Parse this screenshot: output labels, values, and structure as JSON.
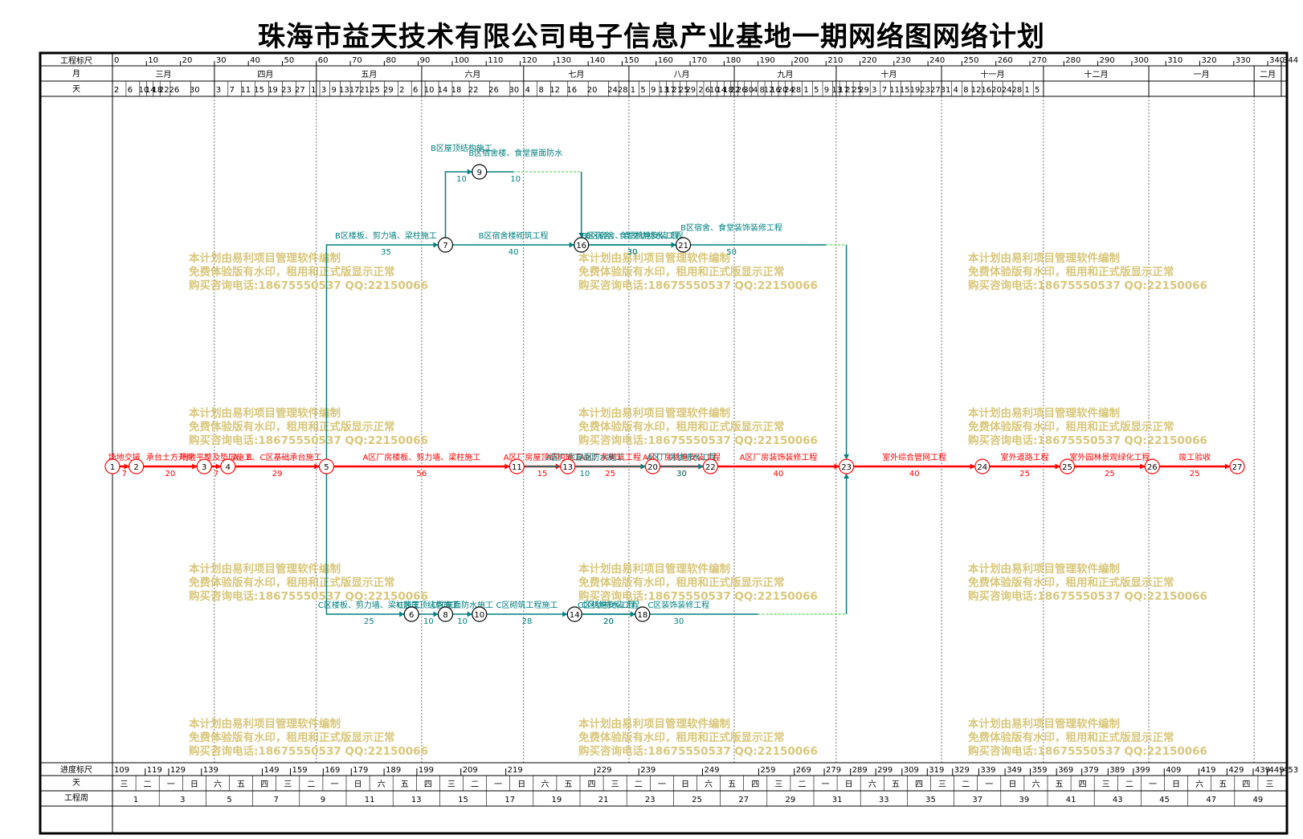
{
  "title": "珠海市益天技术有限公司电子信息产业基地一期网络图网络计划",
  "header": {
    "row_labels": [
      "工程标尺",
      "月",
      "天"
    ],
    "scale_ticks": [
      0,
      10,
      20,
      30,
      40,
      50,
      60,
      70,
      80,
      90,
      100,
      110,
      120,
      130,
      140,
      150,
      160,
      170,
      180,
      190,
      200,
      210,
      220,
      230,
      240,
      250,
      260,
      270,
      280,
      290,
      300,
      310,
      320,
      330,
      340,
      344
    ],
    "months": [
      {
        "label": "三月",
        "start": 0,
        "end": 30
      },
      {
        "label": "四月",
        "start": 30,
        "end": 60
      },
      {
        "label": "五月",
        "start": 60,
        "end": 91
      },
      {
        "label": "六月",
        "start": 91,
        "end": 121
      },
      {
        "label": "七月",
        "start": 121,
        "end": 152
      },
      {
        "label": "八月",
        "start": 152,
        "end": 183
      },
      {
        "label": "九月",
        "start": 183,
        "end": 213
      },
      {
        "label": "十月",
        "start": 213,
        "end": 244
      },
      {
        "label": "十一月",
        "start": 244,
        "end": 274
      },
      {
        "label": "十二月",
        "start": 274,
        "end": 305
      },
      {
        "label": "一月",
        "start": 305,
        "end": 336
      },
      {
        "label": "二月",
        "start": 336,
        "end": 344
      }
    ],
    "days": [
      {
        "t": 0,
        "d": "2"
      },
      {
        "t": 4,
        "d": "6"
      },
      {
        "t": 8,
        "d": "10"
      },
      {
        "t": 10,
        "d": "14"
      },
      {
        "t": 12,
        "d": "18"
      },
      {
        "t": 14,
        "d": "22"
      },
      {
        "t": 17,
        "d": "26"
      },
      {
        "t": 23,
        "d": "30"
      },
      {
        "t": 30,
        "d": "3"
      },
      {
        "t": 34,
        "d": "7"
      },
      {
        "t": 38,
        "d": "11"
      },
      {
        "t": 42,
        "d": "15"
      },
      {
        "t": 46,
        "d": "19"
      },
      {
        "t": 50,
        "d": "23"
      },
      {
        "t": 54,
        "d": "27"
      },
      {
        "t": 58,
        "d": "1"
      },
      {
        "t": 61,
        "d": "3"
      },
      {
        "t": 64,
        "d": "9"
      },
      {
        "t": 67,
        "d": "13"
      },
      {
        "t": 70,
        "d": "17"
      },
      {
        "t": 73,
        "d": "21"
      },
      {
        "t": 76,
        "d": "25"
      },
      {
        "t": 80,
        "d": "29"
      },
      {
        "t": 84,
        "d": "2"
      },
      {
        "t": 88,
        "d": "6"
      },
      {
        "t": 92,
        "d": "10"
      },
      {
        "t": 96,
        "d": "14"
      },
      {
        "t": 100,
        "d": "18"
      },
      {
        "t": 105,
        "d": "22"
      },
      {
        "t": 111,
        "d": "26"
      },
      {
        "t": 117,
        "d": "30"
      },
      {
        "t": 121,
        "d": "4"
      },
      {
        "t": 125,
        "d": "8"
      },
      {
        "t": 129,
        "d": "12"
      },
      {
        "t": 134,
        "d": "16"
      },
      {
        "t": 140,
        "d": "20"
      },
      {
        "t": 146,
        "d": "24"
      },
      {
        "t": 149,
        "d": "28"
      },
      {
        "t": 152,
        "d": "1"
      },
      {
        "t": 155,
        "d": "5"
      },
      {
        "t": 158,
        "d": "9"
      },
      {
        "t": 161,
        "d": "13"
      },
      {
        "t": 163,
        "d": "17"
      },
      {
        "t": 165,
        "d": "21"
      },
      {
        "t": 167,
        "d": "25"
      },
      {
        "t": 169,
        "d": "29"
      },
      {
        "t": 172,
        "d": "2"
      },
      {
        "t": 174,
        "d": "6"
      },
      {
        "t": 176,
        "d": "10"
      },
      {
        "t": 178,
        "d": "14"
      },
      {
        "t": 180,
        "d": "18"
      },
      {
        "t": 182,
        "d": "22"
      },
      {
        "t": 184,
        "d": "26"
      },
      {
        "t": 186,
        "d": "30"
      },
      {
        "t": 188,
        "d": "4"
      },
      {
        "t": 190,
        "d": "8"
      },
      {
        "t": 192,
        "d": "12"
      },
      {
        "t": 194,
        "d": "16"
      },
      {
        "t": 196,
        "d": "20"
      },
      {
        "t": 198,
        "d": "24"
      },
      {
        "t": 200,
        "d": "28"
      },
      {
        "t": 203,
        "d": "1"
      },
      {
        "t": 206,
        "d": "5"
      },
      {
        "t": 209,
        "d": "9"
      },
      {
        "t": 212,
        "d": "13"
      },
      {
        "t": 214,
        "d": "17"
      },
      {
        "t": 216,
        "d": "21"
      },
      {
        "t": 218,
        "d": "25"
      },
      {
        "t": 220,
        "d": "29"
      },
      {
        "t": 223,
        "d": "3"
      },
      {
        "t": 226,
        "d": "7"
      },
      {
        "t": 229,
        "d": "11"
      },
      {
        "t": 232,
        "d": "15"
      },
      {
        "t": 235,
        "d": "19"
      },
      {
        "t": 238,
        "d": "23"
      },
      {
        "t": 241,
        "d": "27"
      },
      {
        "t": 244,
        "d": "31"
      },
      {
        "t": 247,
        "d": "4"
      },
      {
        "t": 250,
        "d": "8"
      },
      {
        "t": 253,
        "d": "12"
      },
      {
        "t": 256,
        "d": "16"
      },
      {
        "t": 259,
        "d": "20"
      },
      {
        "t": 262,
        "d": "24"
      },
      {
        "t": 265,
        "d": "28"
      },
      {
        "t": 268,
        "d": "1"
      },
      {
        "t": 271,
        "d": "5"
      }
    ]
  },
  "footer": {
    "row_labels": [
      "进度标尺",
      "天",
      "工程周"
    ],
    "progress_ticks": [
      {
        "t": 0,
        "v": "109"
      },
      {
        "t": 35,
        "v": "119"
      },
      {
        "t": 60,
        "v": "129"
      },
      {
        "t": 95,
        "v": "139"
      },
      {
        "t": 160,
        "v": "149"
      },
      {
        "t": 190,
        "v": "159"
      },
      {
        "t": 225,
        "v": "169"
      },
      {
        "t": 255,
        "v": "179"
      },
      {
        "t": 290,
        "v": "189"
      },
      {
        "t": 325,
        "v": "199"
      },
      {
        "t": 372,
        "v": "209"
      },
      {
        "t": 420,
        "v": "219"
      },
      {
        "t": 515,
        "v": "229"
      },
      {
        "t": 562,
        "v": "239"
      },
      {
        "t": 630,
        "v": "249"
      },
      {
        "t": 690,
        "v": "259"
      },
      {
        "t": 728,
        "v": "269"
      },
      {
        "t": 760,
        "v": "279"
      },
      {
        "t": 788,
        "v": "289"
      },
      {
        "t": 815,
        "v": "299"
      },
      {
        "t": 843,
        "v": "309"
      },
      {
        "t": 870,
        "v": "319"
      },
      {
        "t": 897,
        "v": "329"
      },
      {
        "t": 925,
        "v": "339"
      },
      {
        "t": 953,
        "v": "349"
      },
      {
        "t": 980,
        "v": "359"
      },
      {
        "t": 1008,
        "v": "369"
      },
      {
        "t": 1035,
        "v": "379"
      },
      {
        "t": 1063,
        "v": "389"
      },
      {
        "t": 1090,
        "v": "399"
      },
      {
        "t": 1123,
        "v": "409"
      },
      {
        "t": 1160,
        "v": "419"
      },
      {
        "t": 1190,
        "v": "429"
      },
      {
        "t": 1218,
        "v": "439"
      },
      {
        "t": 1233,
        "v": "449"
      },
      {
        "t": 1248,
        "v": "453"
      }
    ],
    "weekdays": [
      "三",
      "二",
      "一",
      "日",
      "六",
      "五",
      "四",
      "三",
      "二",
      "一",
      "日",
      "六",
      "五",
      "四",
      "三",
      "二",
      "一",
      "日",
      "六",
      "五",
      "四",
      "三",
      "二",
      "一",
      "日",
      "六",
      "五",
      "四",
      "三",
      "二",
      "一",
      "日",
      "六",
      "五",
      "四",
      "三",
      "二",
      "一",
      "日",
      "六",
      "五",
      "四",
      "三",
      "二",
      "一",
      "日",
      "六",
      "五",
      "四",
      "三"
    ],
    "weeks": [
      "1",
      "3",
      "5",
      "7",
      "9",
      "11",
      "13",
      "15",
      "17",
      "19",
      "21",
      "23",
      "25",
      "27",
      "29",
      "31",
      "33",
      "35",
      "37",
      "39",
      "41",
      "43",
      "45",
      "47",
      "49"
    ]
  },
  "colors": {
    "critical": "#ff0000",
    "normal": "#008080",
    "float": "#33cc33",
    "watermark": "#d9c77a",
    "grid": "#000000"
  },
  "watermark": {
    "lines": [
      "本计划由易利项目管理软件编制",
      "免费体验版有水印，租用和正式版显示正常",
      "购买咨询电话:18675550537 QQ:22150066"
    ]
  },
  "diagram": {
    "nodes": [
      {
        "id": "1",
        "t": 0,
        "row": "A"
      },
      {
        "id": "2",
        "t": 7,
        "row": "A"
      },
      {
        "id": "3",
        "t": 27,
        "row": "A"
      },
      {
        "id": "4",
        "t": 34,
        "row": "A"
      },
      {
        "id": "5",
        "t": 63,
        "row": "A"
      },
      {
        "id": "11",
        "t": 119,
        "row": "A"
      },
      {
        "id": "13",
        "t": 134,
        "row": "A"
      },
      {
        "id": "20",
        "t": 159,
        "row": "A"
      },
      {
        "id": "22",
        "t": 176,
        "row": "A"
      },
      {
        "id": "23",
        "t": 216,
        "row": "A"
      },
      {
        "id": "24",
        "t": 256,
        "row": "A"
      },
      {
        "id": "25",
        "t": 281,
        "row": "A"
      },
      {
        "id": "26",
        "t": 306,
        "row": "A"
      },
      {
        "id": "27",
        "t": 331,
        "row": "A"
      },
      {
        "id": "7",
        "t": 98,
        "row": "B"
      },
      {
        "id": "9",
        "t": 108,
        "row": "B9"
      },
      {
        "id": "16",
        "t": 138,
        "row": "B"
      },
      {
        "id": "21",
        "t": 168,
        "row": "B"
      },
      {
        "id": "6",
        "t": 88,
        "row": "C"
      },
      {
        "id": "8",
        "t": 98,
        "row": "C"
      },
      {
        "id": "10",
        "t": 108,
        "row": "C"
      },
      {
        "id": "14",
        "t": 136,
        "row": "C"
      },
      {
        "id": "18",
        "t": 156,
        "row": "C"
      }
    ],
    "activities": [
      {
        "from": "1",
        "to": "2",
        "name": "场地交接",
        "dur": "7",
        "critical": true
      },
      {
        "from": "2",
        "to": "3",
        "name": "承台土方开挖",
        "dur": "20",
        "critical": true
      },
      {
        "from": "3",
        "to": "4",
        "name": "场地平整及垫层施工",
        "dur": "7",
        "critical": true
      },
      {
        "from": "4",
        "to": "5",
        "name": "A、B、C区基础承台施工",
        "dur": "29",
        "critical": true
      },
      {
        "from": "5",
        "to": "11",
        "name": "A区厂房楼板、剪力墙、梁柱施工",
        "dur": "56",
        "critical": true
      },
      {
        "from": "11",
        "to": "13",
        "name": "A区厂房屋顶结构施工",
        "dur": "15",
        "critical": true
      },
      {
        "from": "13",
        "to": "20",
        "name": "A区厂房砌筑工程",
        "dur": "25",
        "critical": true
      },
      {
        "from": "20",
        "to": "22",
        "name": "A区厂房机电安装工程",
        "dur": "30",
        "critical": true
      },
      {
        "from": "22",
        "to": "23",
        "name": "A区厂房装饰装修工程",
        "dur": "40",
        "critical": true
      },
      {
        "from": "23",
        "to": "24",
        "name": "室外综合管网工程",
        "dur": "40",
        "critical": true
      },
      {
        "from": "24",
        "to": "25",
        "name": "室外道路工程",
        "dur": "25",
        "critical": true
      },
      {
        "from": "25",
        "to": "26",
        "name": "室外园林景观绿化工程",
        "dur": "25",
        "critical": true
      },
      {
        "from": "26",
        "to": "27",
        "name": "竣工验收",
        "dur": "25",
        "critical": true
      },
      {
        "from": "5",
        "to": "7",
        "name": "B区楼板、剪力墙、梁柱施工",
        "dur": "35",
        "critical": false
      },
      {
        "from": "7",
        "to": "9",
        "name": "B区屋顶结构施工",
        "dur": "10",
        "critical": false
      },
      {
        "from": "9",
        "to": "16",
        "name": "B区宿舍楼、食堂屋面防水",
        "dur": "10",
        "critical": false
      },
      {
        "from": "7",
        "to": "16",
        "name": "B区宿舍楼砌筑工程",
        "dur": "40",
        "critical": false
      },
      {
        "from": "16",
        "to": "21",
        "name": "B区宿舍、食堂给排水工程",
        "dur": "30",
        "critical": false
      },
      {
        "from": "16",
        "to": "21",
        "name": "B区宿舍、食堂机电安装工程",
        "dur": "30",
        "critical": false
      },
      {
        "from": "21",
        "to": "23",
        "name": "B区宿舍、食堂装饰装修工程",
        "dur": "50",
        "critical": false
      },
      {
        "from": "11",
        "to": "20",
        "name": "A区厂房屋面防水施工",
        "dur": "10",
        "critical": false
      },
      {
        "from": "20",
        "to": "22",
        "name": "A区厂房给排水工程",
        "dur": "30",
        "critical": false
      },
      {
        "from": "5",
        "to": "6",
        "name": "C区楼板、剪力墙、梁柱施工",
        "dur": "25",
        "critical": false
      },
      {
        "from": "6",
        "to": "8",
        "name": "C区屋顶结构施工",
        "dur": "10",
        "critical": false
      },
      {
        "from": "8",
        "to": "10",
        "name": "C区屋面防水施工",
        "dur": "10",
        "critical": false
      },
      {
        "from": "10",
        "to": "14",
        "name": "C区砌筑工程施工",
        "dur": "28",
        "critical": false
      },
      {
        "from": "14",
        "to": "18",
        "name": "C区机电安装工程",
        "dur": "20",
        "critical": false
      },
      {
        "from": "14",
        "to": "18",
        "name": "C区给排水工程",
        "dur": "20",
        "critical": false
      },
      {
        "from": "18",
        "to": "23",
        "name": "C区装饰装修工程",
        "dur": "30",
        "critical": false
      }
    ]
  }
}
